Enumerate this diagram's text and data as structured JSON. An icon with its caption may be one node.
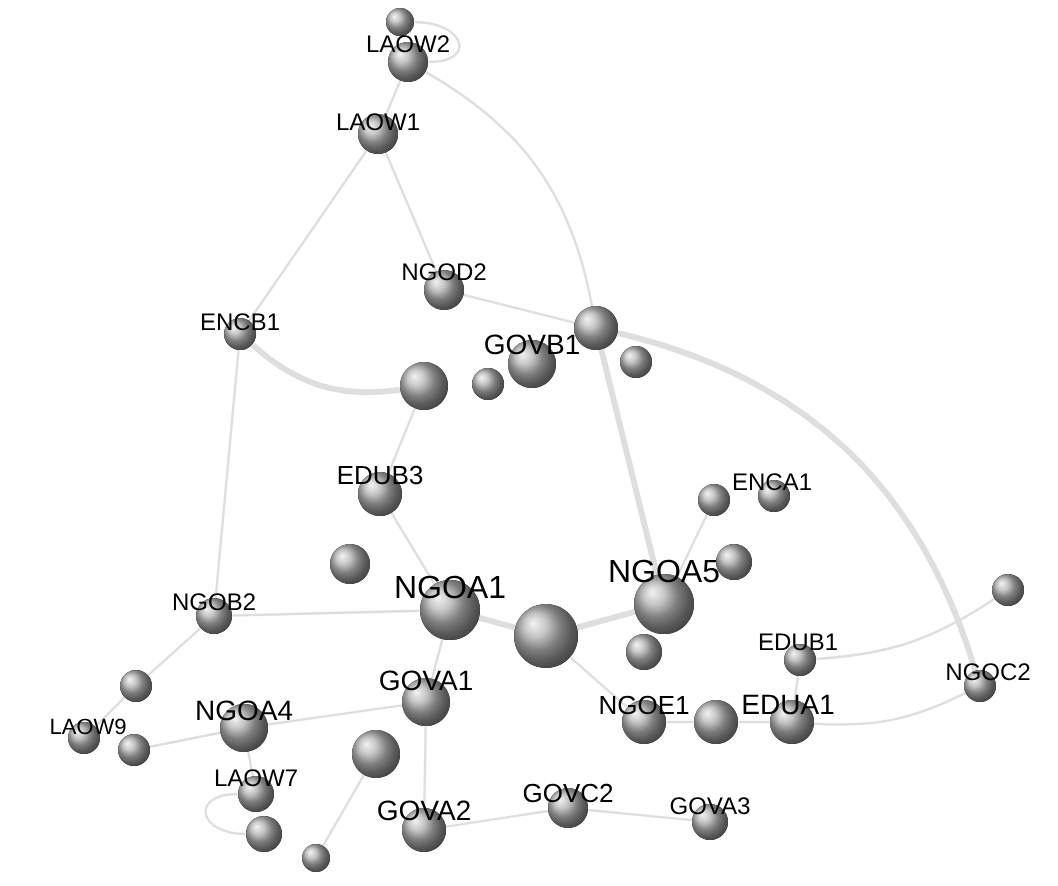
{
  "diagram": {
    "nodes": [
      {
        "text": [],
        "shape": "circle"
      },
      {
        "text": [
          "LAOW2"
        ]
      },
      {
        "text": [
          "LAOW1"
        ]
      },
      {
        "text": [
          "NGOD2"
        ]
      },
      {
        "text": [
          "ENCB1"
        ]
      },
      {
        "text": [],
        "shape": "circle"
      },
      {
        "text": [],
        "shape": "circle"
      },
      {
        "text": [
          "GOVB1"
        ]
      },
      {
        "text": [],
        "shape": "circle"
      },
      {
        "text": [],
        "shape": "circle"
      },
      {
        "text": [
          "EDUB3"
        ]
      },
      {
        "text": [],
        "shape": "circle"
      },
      {
        "text": [
          "ENCA1"
        ]
      },
      {
        "text": [],
        "shape": "circle"
      },
      {
        "text": [
          "NGOA1"
        ]
      },
      {
        "text": [
          "NGOA5"
        ]
      },
      {
        "text": [],
        "shape": "circle"
      },
      {
        "text": [],
        "shape": "circle"
      },
      {
        "text": [],
        "shape": "circle"
      },
      {
        "text": [
          "NGOB2"
        ]
      },
      {
        "text": [
          "EDUB1"
        ]
      },
      {
        "text": [],
        "shape": "circle"
      },
      {
        "text": [
          "NGOC2"
        ]
      },
      {
        "text": [],
        "shape": "circle"
      },
      {
        "text": [
          "LAOW9"
        ]
      },
      {
        "text": [],
        "shape": "circle"
      },
      {
        "text": [
          "NGOA4"
        ]
      },
      {
        "text": [
          "GOVA1"
        ]
      },
      {
        "text": [
          "NGOE1"
        ]
      },
      {
        "text": [],
        "shape": "circle"
      },
      {
        "text": [
          "EDUA1"
        ]
      },
      {
        "text": [],
        "shape": "circle"
      },
      {
        "text": [
          "LAOW7"
        ]
      },
      {
        "text": [
          "GOVA2"
        ]
      },
      {
        "text": [
          "GOVC2"
        ]
      },
      {
        "text": [
          "GOVA3"
        ]
      },
      {
        "text": [],
        "shape": "circle"
      },
      {
        "text": [],
        "shape": "circle"
      }
    ],
    "edges": [
      {
        "from": 0,
        "to": 1,
        "arrow": "none"
      },
      {
        "from": 1,
        "to": 2,
        "arrow": "none"
      },
      {
        "from": 1,
        "to": 5,
        "arrow": "none"
      },
      {
        "from": 2,
        "to": 3,
        "arrow": "none"
      },
      {
        "from": 2,
        "to": 4,
        "arrow": "none"
      },
      {
        "from": 4,
        "to": 9,
        "arrow": "none",
        "style": "thick"
      },
      {
        "from": 4,
        "to": 19,
        "arrow": "none"
      },
      {
        "from": 3,
        "to": 5,
        "arrow": "none"
      },
      {
        "from": 5,
        "to": 15,
        "arrow": "none",
        "style": "thick"
      },
      {
        "from": 5,
        "to": 22,
        "arrow": "none",
        "style": "thick"
      },
      {
        "from": 14,
        "to": 16,
        "arrow": "none",
        "style": "thick"
      },
      {
        "from": 16,
        "to": 15,
        "arrow": "none",
        "style": "thick"
      },
      {
        "from": 15,
        "to": 11,
        "arrow": "none"
      },
      {
        "from": 14,
        "to": 19,
        "arrow": "none"
      },
      {
        "from": 19,
        "to": 23,
        "arrow": "none"
      },
      {
        "from": 23,
        "to": 24,
        "arrow": "none"
      },
      {
        "from": 26,
        "to": 27,
        "arrow": "none"
      },
      {
        "from": 27,
        "to": 33,
        "arrow": "none"
      },
      {
        "from": 33,
        "to": 34,
        "arrow": "none"
      },
      {
        "from": 34,
        "to": 35,
        "arrow": "none"
      },
      {
        "from": 28,
        "to": 29,
        "arrow": "none"
      },
      {
        "from": 29,
        "to": 30,
        "arrow": "none"
      },
      {
        "from": 30,
        "to": 22,
        "arrow": "none"
      },
      {
        "from": 20,
        "to": 21,
        "arrow": "none"
      },
      {
        "from": 20,
        "to": 30,
        "arrow": "none"
      },
      {
        "from": 10,
        "to": 14,
        "arrow": "none"
      },
      {
        "from": 10,
        "to": 9,
        "arrow": "none"
      },
      {
        "from": 32,
        "to": 26,
        "arrow": "none"
      },
      {
        "from": 36,
        "to": 32,
        "arrow": "none"
      },
      {
        "from": 37,
        "to": 31,
        "arrow": "none"
      },
      {
        "from": 25,
        "to": 26,
        "arrow": "none"
      },
      {
        "from": 16,
        "to": 28,
        "arrow": "none"
      },
      {
        "from": 14,
        "to": 27,
        "arrow": "none"
      }
    ]
  }
}
